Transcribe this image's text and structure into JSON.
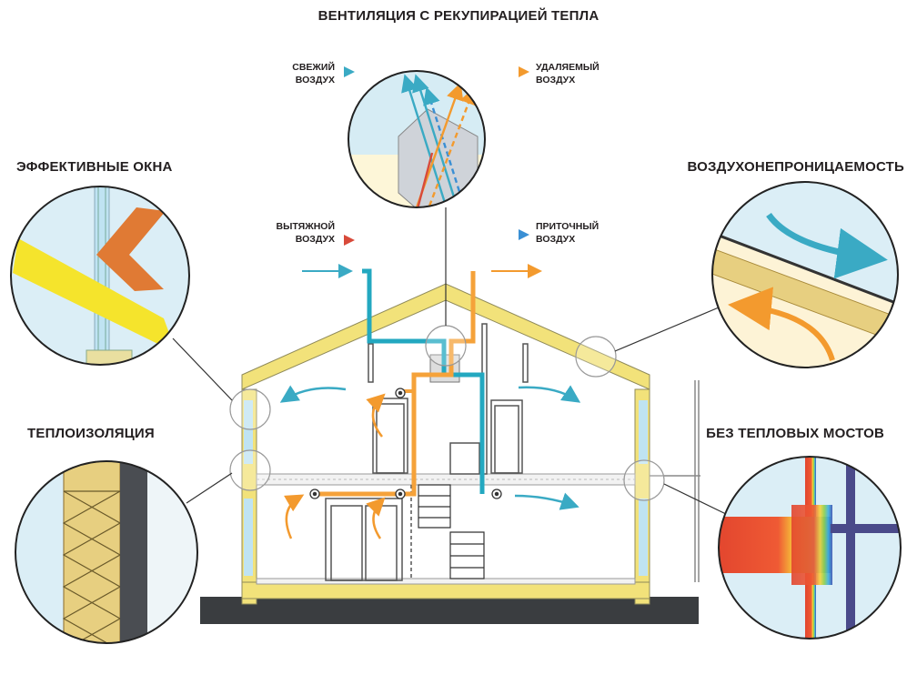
{
  "title": "ВЕНТИЛЯЦИЯ С РЕКУПИРАЦИЕЙ ТЕПЛА",
  "callouts": {
    "windows": "ЭФФЕКТИВНЫЕ ОКНА",
    "airtightness": "ВОЗДУХОНЕПРОНИЦАЕМОСТЬ",
    "insulation": "ТЕПЛОИЗОЛЯЦИЯ",
    "thermal_bridges": "БЕЗ ТЕПЛОВЫХ МОСТОВ"
  },
  "legend": {
    "fresh_air": [
      "СВЕЖИЙ",
      "ВОЗДУХ"
    ],
    "removed_air": [
      "УДАЛЯЕМЫЙ",
      "ВОЗДУХ"
    ],
    "exhaust_air": [
      "ВЫТЯЖНОЙ",
      "ВОЗДУХ"
    ],
    "supply_air": [
      "ПРИТОЧНЫЙ",
      "ВОЗДУХ"
    ]
  },
  "colors": {
    "fresh": "#3aaac4",
    "removed": "#f39a2e",
    "exhaust": "#d84a3a",
    "supply": "#3a8fd4",
    "insulation": "#f2e27a",
    "ground": "#3a3d40",
    "duct_teal": "#23a8c0",
    "duct_orange": "#f5a23a"
  }
}
